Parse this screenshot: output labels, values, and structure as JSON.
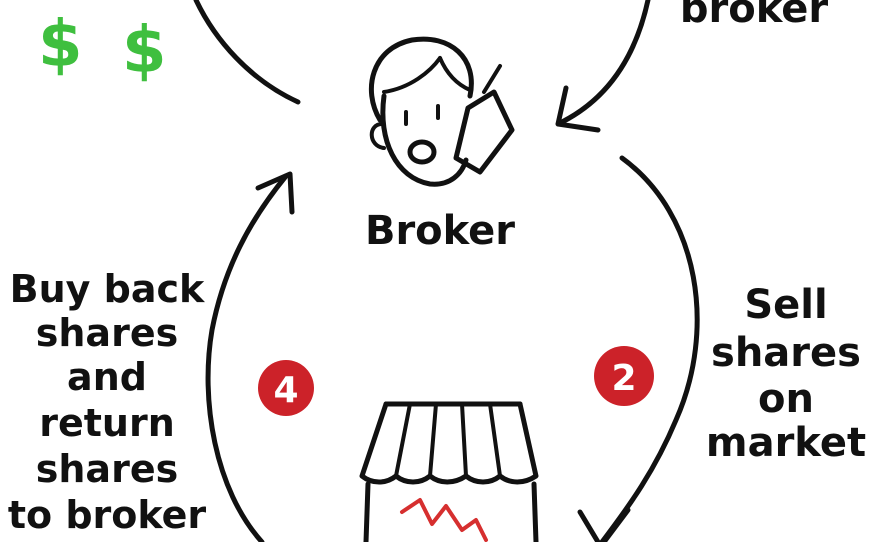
{
  "labels": {
    "top_right": "broker",
    "center": "Broker",
    "left_lines": [
      "Buy back",
      "shares",
      "and",
      "return",
      "shares",
      "to broker"
    ],
    "right_lines": [
      "Sell",
      "shares",
      "on",
      "market"
    ]
  },
  "steps": {
    "left": "4",
    "right": "2"
  },
  "icons": {
    "dollar": "$"
  },
  "colors": {
    "ink": "#111111",
    "badge": "#cc2229",
    "dollar": "#3fbf3f",
    "zigzag": "#d62f2f"
  }
}
